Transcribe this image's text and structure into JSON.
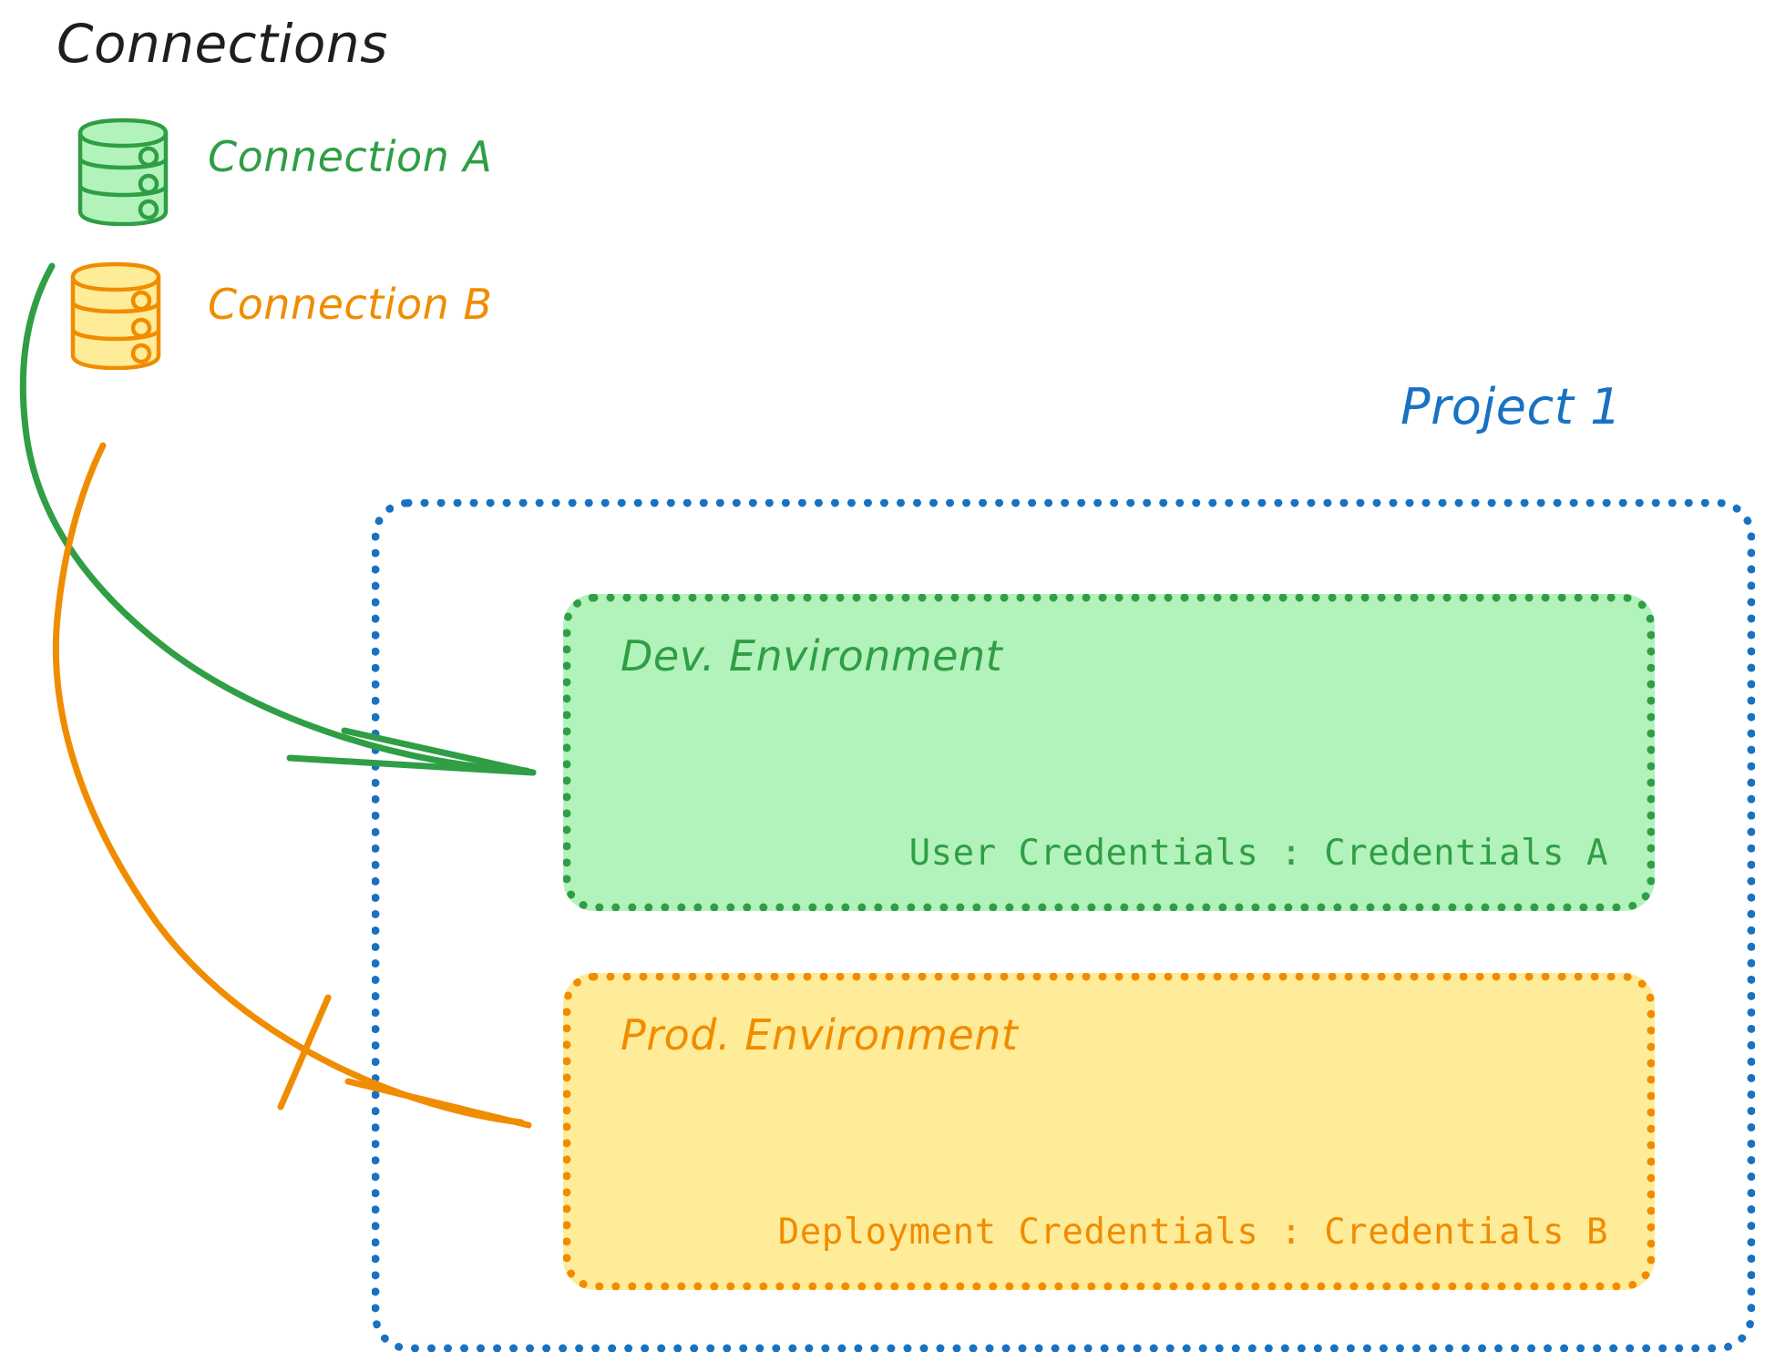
{
  "diagram": {
    "title": "Connections",
    "background_color": "#ffffff"
  },
  "connections": {
    "heading": "Connections",
    "items": [
      {
        "label": "Connection A",
        "icon": "database-icon",
        "color": "#2f9e44",
        "fill": "#b2f2bb"
      },
      {
        "label": "Connection B",
        "icon": "database-icon",
        "color": "#f08c00",
        "fill": "#ffec99"
      }
    ]
  },
  "project": {
    "title": "Project 1",
    "border_color": "#1971c2",
    "environments": [
      {
        "title": "Dev. Environment",
        "credentials_label": "User Credentials : Credentials A",
        "color": "#2f9e44",
        "fill": "#b2f2bb"
      },
      {
        "title": "Prod. Environment",
        "credentials_label": "Deployment Credentials : Credentials B",
        "color": "#f08c00",
        "fill": "#ffec99"
      }
    ]
  },
  "arrows": [
    {
      "name": "connection-a-to-dev",
      "from": "Connection A",
      "to": "Dev. Environment",
      "color": "#2f9e44"
    },
    {
      "name": "connection-b-to-prod",
      "from": "Connection B",
      "to": "Prod. Environment",
      "color": "#f08c00"
    }
  ]
}
